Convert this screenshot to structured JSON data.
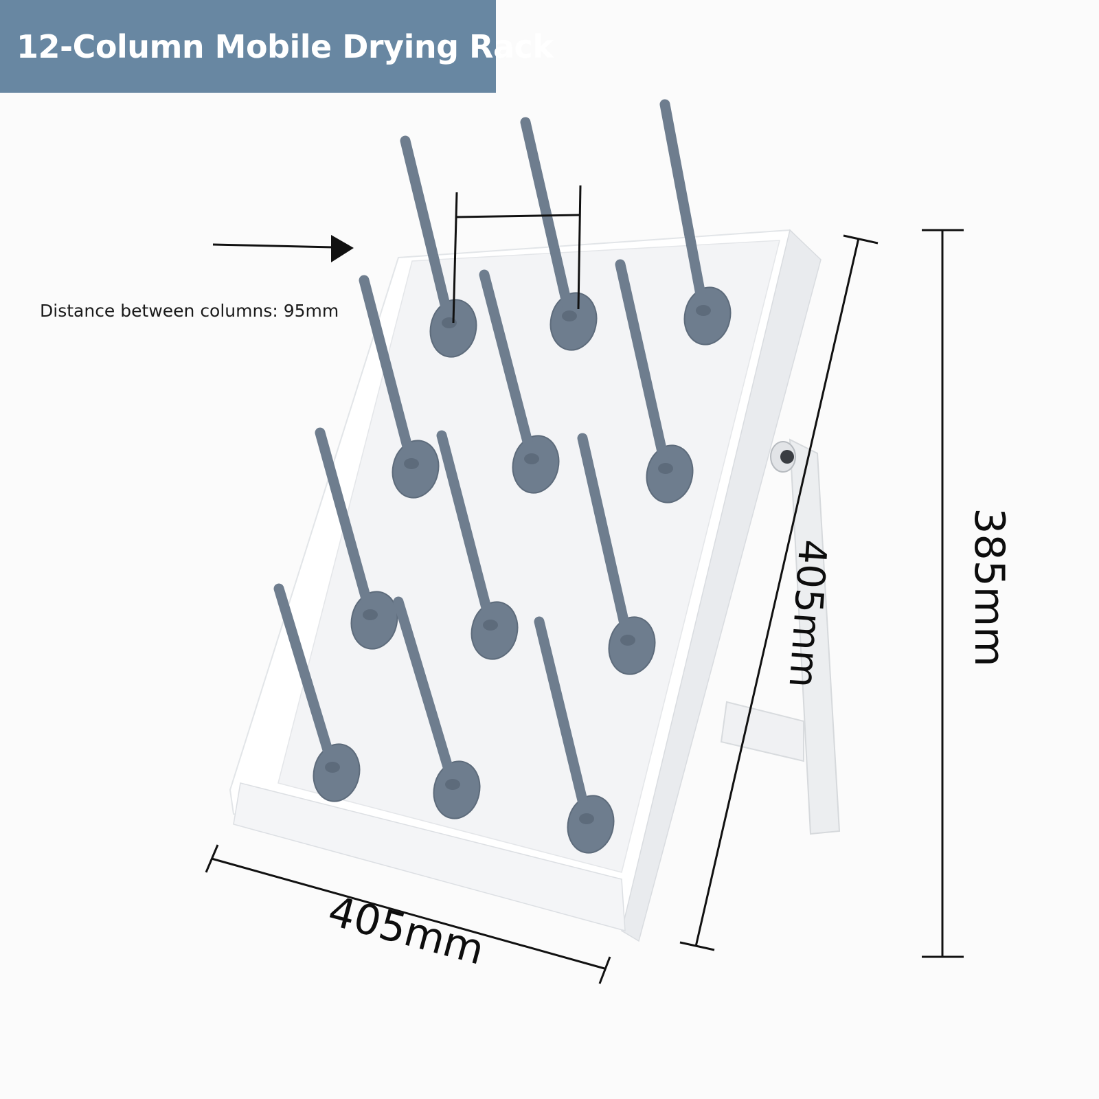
{
  "title": "12-Column Mobile Drying Rack",
  "column_spacing_label": "Distance between columns: 95mm",
  "dimensions": {
    "width_label": "405mm",
    "depth_label": "405mm",
    "height_label": "385mm"
  },
  "colors": {
    "banner": "#6887a2",
    "peg": "#6e7d8e",
    "peg_dark": "#5d6b7b",
    "board": "#f6f7f8",
    "frame": "#ffffff",
    "frame_shadow": "#dcdfe2",
    "dimension_line": "#111111"
  },
  "rack": {
    "column_count": 12,
    "rows": 4,
    "columns_per_row": 3
  },
  "icons": {
    "pointer_arrow": "arrow-right-icon",
    "knob": "adjustment-knob-icon"
  }
}
